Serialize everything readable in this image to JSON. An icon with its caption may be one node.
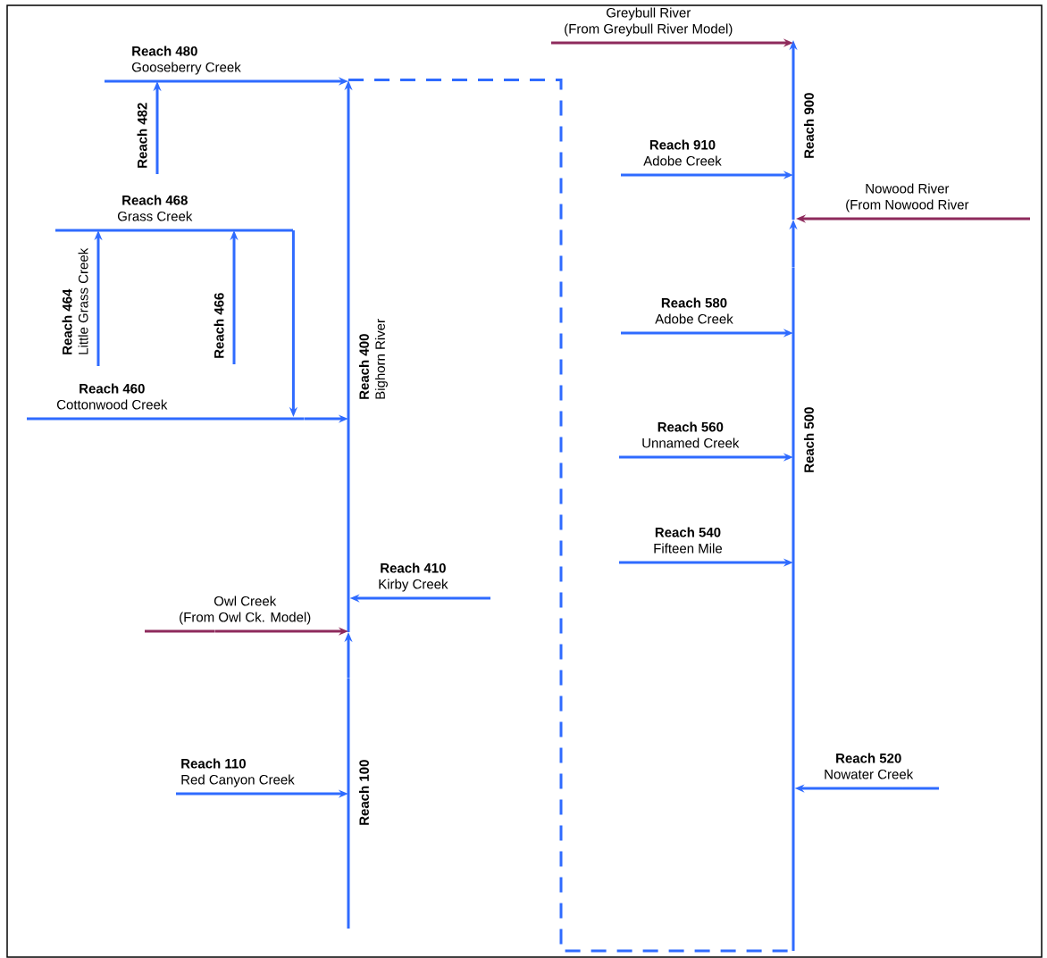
{
  "diagram": {
    "nodes": [
      {
        "text": [
          "Greybull River",
          "(From Greybull River Model)"
        ]
      },
      {
        "text": [
          "Reach 480",
          "Gooseberry Creek"
        ]
      },
      {
        "text": [
          "Reach 482"
        ]
      },
      {
        "text": [
          "Reach 468",
          "Grass Creek"
        ]
      },
      {
        "text": [
          "Reach 464",
          "Little Grass Creek"
        ]
      },
      {
        "text": [
          "Reach 466"
        ]
      },
      {
        "text": [
          "Reach 460",
          "Cottonwood Creek"
        ]
      },
      {
        "text": [
          "Reach 400",
          "Bighorn River"
        ]
      },
      {
        "text": [
          "Reach 410",
          "Kirby Creek"
        ]
      },
      {
        "text": [
          "Owl Creek",
          "(From Owl Ck. Model)"
        ]
      },
      {
        "text": [
          "Reach 110",
          "Red Canyon Creek"
        ]
      },
      {
        "text": [
          "Reach 100"
        ]
      },
      {
        "text": [
          "Reach 910",
          "Adobe Creek"
        ]
      },
      {
        "text": [
          "Reach 900"
        ]
      },
      {
        "text": [
          "Nowood River",
          "(From Nowood River"
        ]
      },
      {
        "text": [
          "Reach 580",
          "Adobe Creek"
        ]
      },
      {
        "text": [
          "Reach 560",
          "Unnamed Creek"
        ]
      },
      {
        "text": [
          "Reach 540",
          "Fifteen Mile"
        ]
      },
      {
        "text": [
          "Reach 500"
        ]
      },
      {
        "text": [
          "Reach 520",
          "Nowater Creek"
        ]
      }
    ],
    "edges": [
      {
        "from": 0,
        "to": 13,
        "arrow": "to",
        "color": "#8e2a5c"
      },
      {
        "from": 1,
        "to": 7,
        "arrow": "to"
      },
      {
        "from": 2,
        "to": 1,
        "arrow": "to"
      },
      {
        "from": 3,
        "to": 6,
        "arrow": "to"
      },
      {
        "from": 4,
        "to": 3,
        "arrow": "to"
      },
      {
        "from": 5,
        "to": 3,
        "arrow": "to"
      },
      {
        "from": 6,
        "to": 7,
        "arrow": "to"
      },
      {
        "from": 8,
        "to": 7,
        "arrow": "to"
      },
      {
        "from": 9,
        "to": 7,
        "arrow": "to",
        "color": "#8e2a5c"
      },
      {
        "from": 10,
        "to": 11,
        "arrow": "to"
      },
      {
        "from": 11,
        "to": 7,
        "arrow": "to"
      },
      {
        "from": 7,
        "to": 18,
        "arrow": "none",
        "style": "dashed"
      },
      {
        "from": 12,
        "to": 13,
        "arrow": "to"
      },
      {
        "from": 14,
        "to": 13,
        "arrow": "to",
        "color": "#8e2a5c"
      },
      {
        "from": 15,
        "to": 18,
        "arrow": "to"
      },
      {
        "from": 16,
        "to": 18,
        "arrow": "to"
      },
      {
        "from": 17,
        "to": 18,
        "arrow": "to"
      },
      {
        "from": 19,
        "to": 18,
        "arrow": "to"
      },
      {
        "from": 18,
        "to": 13,
        "arrow": "to"
      }
    ]
  }
}
